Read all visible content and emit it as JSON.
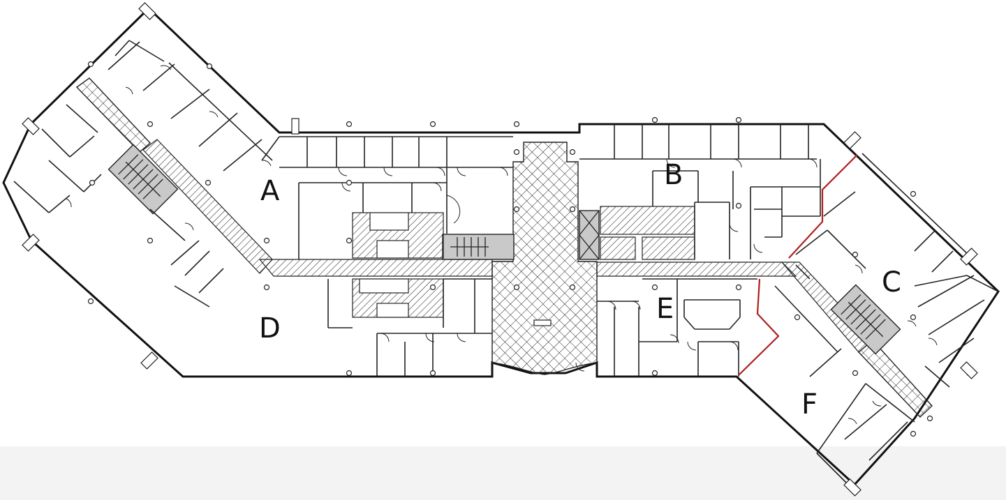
{
  "floor_plan": {
    "suites": [
      "A",
      "B",
      "C",
      "D",
      "E",
      "F"
    ],
    "colors": {
      "walls": "#111111",
      "suite_divider": "#b01e1e",
      "core_fill": "#c9c9c9",
      "background": "#ffffff"
    }
  }
}
